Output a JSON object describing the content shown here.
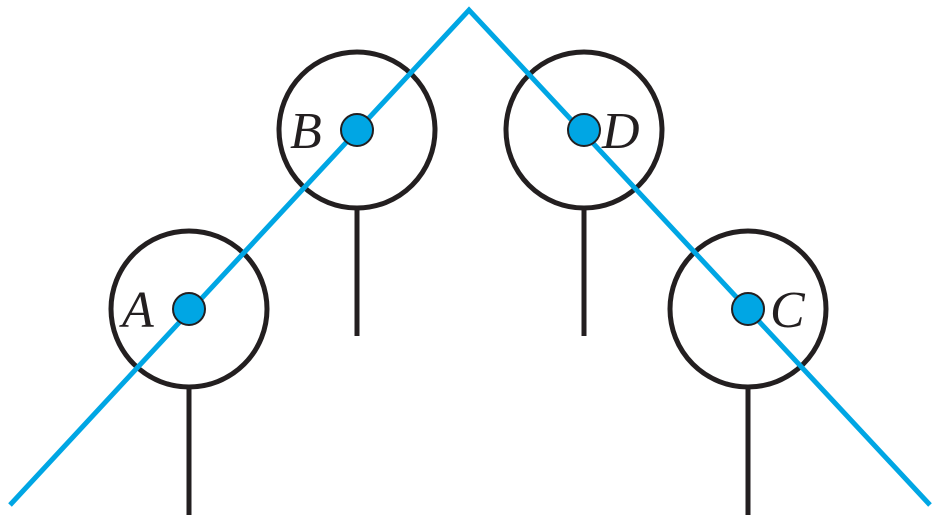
{
  "colors": {
    "path": "#00a6e4",
    "dot_fill": "#00a6e4",
    "ring": "#231f20",
    "stem": "#231f20",
    "label": "#231f20",
    "background": "#ffffff"
  },
  "nodes": [
    {
      "id": "A",
      "label": "A"
    },
    {
      "id": "B",
      "label": "B"
    },
    {
      "id": "D",
      "label": "D"
    },
    {
      "id": "C",
      "label": "C"
    }
  ]
}
